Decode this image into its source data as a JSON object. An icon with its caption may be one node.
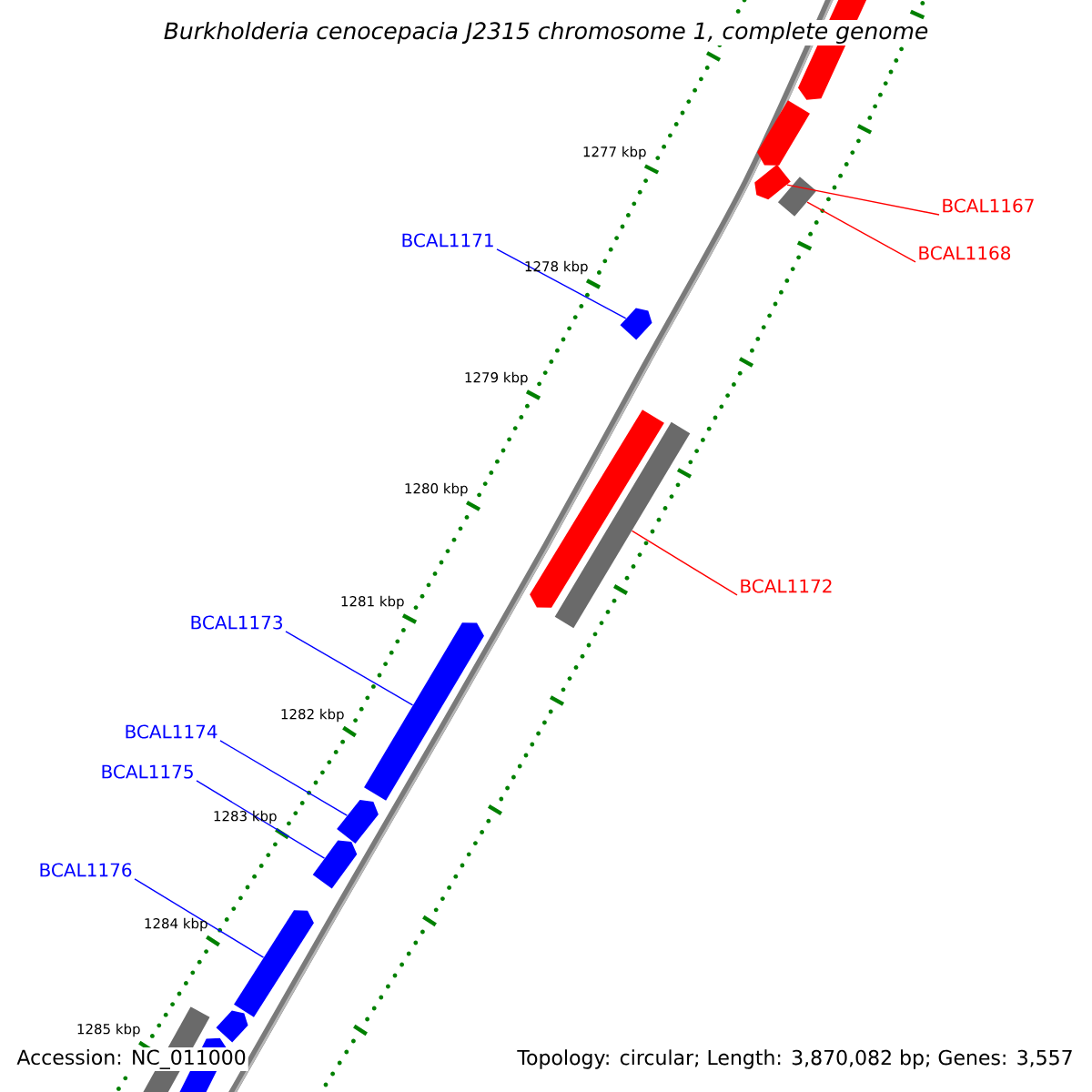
{
  "diagram": {
    "title": "Burkholderia cenocepacia J2315 chromosome 1, complete genome",
    "nodes": [
      {
        "text": [
          "BCAL1167"
        ]
      },
      {
        "text": [
          "BCAL1168"
        ]
      },
      {
        "text": [
          "BCAL1171"
        ]
      },
      {
        "text": [
          "BCAL1172"
        ]
      },
      {
        "text": [
          "BCAL1173"
        ]
      },
      {
        "text": [
          "BCAL1174"
        ]
      },
      {
        "text": [
          "BCAL1175"
        ]
      },
      {
        "text": [
          "BCAL1176"
        ]
      },
      {
        "text": [],
        "shape": "bar"
      },
      {
        "text": [],
        "shape": "bar"
      },
      {
        "text": [],
        "shape": "bar"
      },
      {
        "text": [],
        "shape": "box"
      },
      {
        "text": [],
        "shape": "bar"
      },
      {
        "text": [],
        "shape": "bar"
      },
      {
        "text": [],
        "shape": "box"
      },
      {
        "text": [],
        "shape": "bar"
      },
      {
        "text": [],
        "shape": "bar"
      },
      {
        "text": [],
        "shape": "bar"
      },
      {
        "text": [],
        "shape": "bar"
      },
      {
        "text": [],
        "shape": "bar"
      },
      {
        "text": [],
        "shape": "box"
      },
      {
        "text": [],
        "shape": "bar"
      }
    ],
    "edges": [
      {
        "from": 0,
        "to": 10,
        "arrow": "none",
        "color": "#ff0000"
      },
      {
        "from": 1,
        "to": 11,
        "arrow": "none",
        "color": "#ff0000"
      },
      {
        "from": 2,
        "to": 12,
        "arrow": "none"
      },
      {
        "from": 3,
        "to": 14,
        "arrow": "none",
        "color": "#ff0000"
      },
      {
        "from": 4,
        "to": 15,
        "arrow": "none"
      },
      {
        "from": 5,
        "to": 16,
        "arrow": "none"
      },
      {
        "from": 6,
        "to": 17,
        "arrow": "none"
      },
      {
        "from": 7,
        "to": 18,
        "arrow": "none"
      }
    ],
    "labels": [
      "1277 kbp",
      "1278 kbp",
      "1279 kbp",
      "1280 kbp",
      "1281 kbp",
      "1282 kbp",
      "1283 kbp",
      "1284 kbp",
      "1285 kbp",
      "Accession: NC_011000",
      "Topology: circular; Length: 3,870,082 bp; Genes: 3,557"
    ]
  }
}
